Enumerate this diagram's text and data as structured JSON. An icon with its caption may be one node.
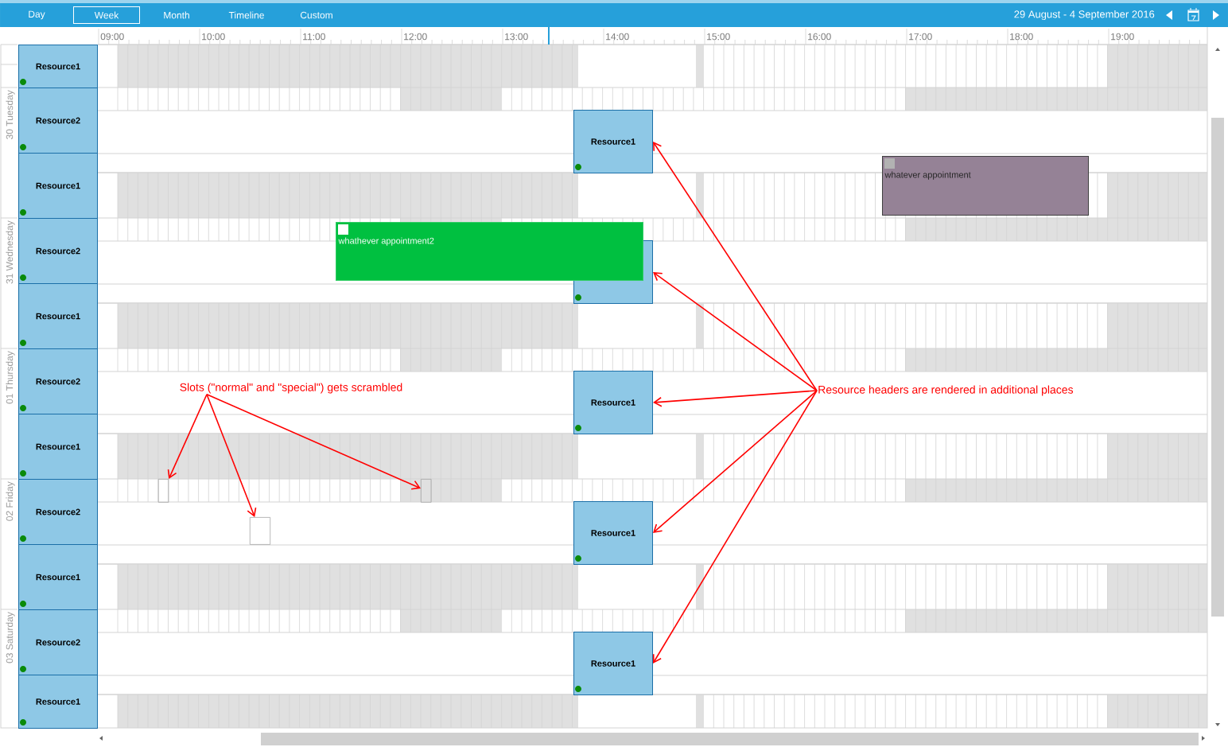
{
  "diagram": {
    "nodes": [
      {
        "text": [
          "Resource1"
        ]
      },
      {
        "text": [
          "Resource2"
        ]
      },
      {
        "text": [
          "Resource1"
        ]
      },
      {
        "text": [
          "Resource2"
        ]
      },
      {
        "text": [
          "Resource1"
        ]
      },
      {
        "text": [
          "Resource2"
        ]
      },
      {
        "text": [
          "Resource1"
        ]
      },
      {
        "text": [
          "Resource2"
        ]
      },
      {
        "text": [
          "Resource1"
        ]
      },
      {
        "text": [
          "Resource2"
        ]
      },
      {
        "text": [
          "Resource1"
        ]
      },
      {
        "text": [
          "Resource1"
        ]
      },
      {
        "text": [],
        "shape": "box"
      },
      {
        "text": [
          "Resource1"
        ]
      },
      {
        "text": [
          "Resource1"
        ]
      },
      {
        "text": [
          "Resource1"
        ]
      },
      {
        "text": [
          "whatever appointment"
        ]
      },
      {
        "text": [
          "whathever appointment2"
        ]
      },
      {
        "text": [
          "Slots (\"normal\" and \"special\") gets scrambled"
        ]
      },
      {
        "text": [
          "Resource headers are rendered in additional places"
        ]
      },
      {
        "text": [],
        "shape": "box"
      },
      {
        "text": [],
        "shape": "box"
      },
      {
        "text": [],
        "shape": "box"
      }
    ],
    "edges": [
      {
        "from": 18,
        "to": 20,
        "arrow": "to"
      },
      {
        "from": 18,
        "to": 21,
        "arrow": "to"
      },
      {
        "from": 18,
        "to": 22,
        "arrow": "to"
      },
      {
        "from": 19,
        "to": 11,
        "arrow": "to"
      },
      {
        "from": 19,
        "to": 12,
        "arrow": "to"
      },
      {
        "from": 19,
        "to": 13,
        "arrow": "to"
      },
      {
        "from": 19,
        "to": 14,
        "arrow": "to"
      },
      {
        "from": 19,
        "to": 15,
        "arrow": "to"
      }
    ],
    "labels": [
      "Day",
      "Week",
      "Month",
      "Timeline",
      "Custom",
      "29 August - 4 September 2016",
      "09:00",
      "10:00",
      "11:00",
      "12:00",
      "13:00",
      "14:00",
      "15:00",
      "16:00",
      "17:00",
      "18:00",
      "19:00",
      "30 Tuesday",
      "31 Wednesday",
      "01 Thursday",
      "02 Friday",
      "03 Saturday"
    ]
  }
}
